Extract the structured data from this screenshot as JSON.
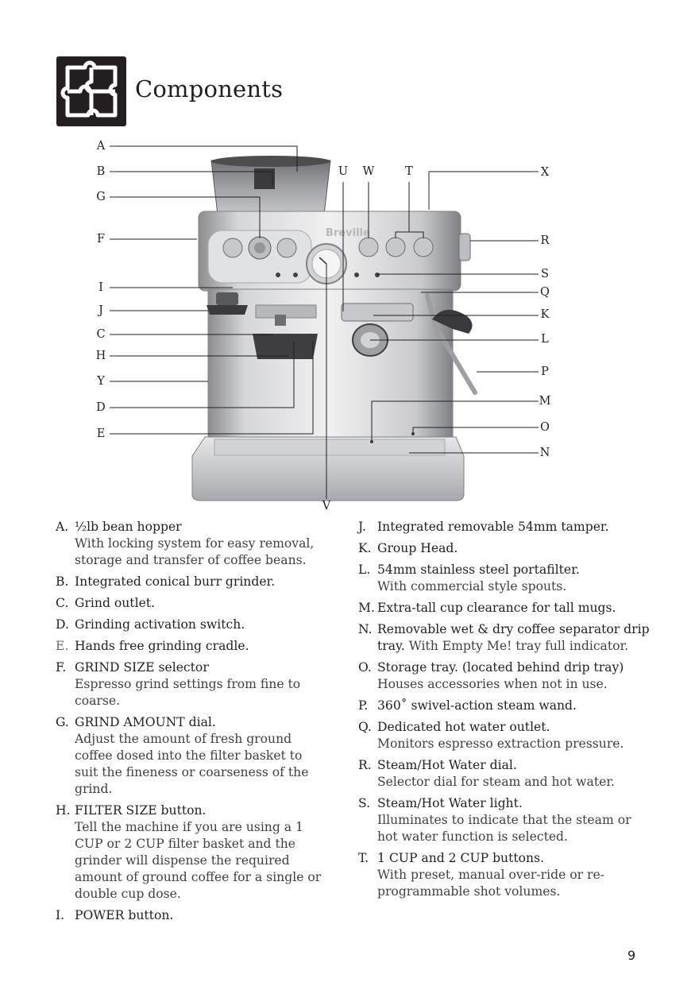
{
  "header": {
    "title": "Components",
    "icon": "puzzle-icon"
  },
  "diagram": {
    "brand": "Breville",
    "callouts": {
      "A": "A",
      "B": "B",
      "G": "G",
      "F": "F",
      "I": "I",
      "J": "J",
      "C": "C",
      "H": "H",
      "Y": "Y",
      "D": "D",
      "E": "E",
      "U": "U",
      "W": "W",
      "T": "T",
      "X": "X",
      "R": "R",
      "S": "S",
      "Q": "Q",
      "K": "K",
      "L": "L",
      "P": "P",
      "M": "M",
      "O": "O",
      "N": "N",
      "V": "V"
    }
  },
  "items_left": [
    {
      "letter": "A.",
      "name": "½lb bean hopper",
      "desc": "With locking system for easy removal, storage and transfer of coffee beans."
    },
    {
      "letter": "B.",
      "name": "Integrated conical burr grinder.",
      "desc": ""
    },
    {
      "letter": "C.",
      "name": "Grind outlet.",
      "desc": ""
    },
    {
      "letter": "D.",
      "name": "Grinding activation switch.",
      "desc": ""
    },
    {
      "letter": "E.",
      "name": "Hands free grinding cradle.",
      "desc": ""
    },
    {
      "letter": "F.",
      "name": "GRIND SIZE selector",
      "desc": "Espresso grind settings from fine to coarse."
    },
    {
      "letter": "G.",
      "name": "GRIND AMOUNT dial.",
      "desc": "Adjust the amount of fresh ground coffee dosed into the filter basket to suit the fineness or coarseness of the grind."
    },
    {
      "letter": "H.",
      "name": "FILTER SIZE button.",
      "desc": "Tell the machine if you are using a 1 CUP or 2 CUP filter basket and the grinder will dispense the required amount of ground coffee for a single or double cup dose."
    },
    {
      "letter": "I.",
      "name": "POWER button.",
      "desc": ""
    }
  ],
  "items_right": [
    {
      "letter": "J.",
      "name": "Integrated removable 54mm tamper.",
      "desc": ""
    },
    {
      "letter": "K.",
      "name": "Group Head.",
      "desc": ""
    },
    {
      "letter": "L.",
      "name": "54mm stainless steel portafilter.",
      "desc": "With commercial style spouts."
    },
    {
      "letter": "M.",
      "name": "Extra-tall cup clearance for tall mugs.",
      "desc": ""
    },
    {
      "letter": "N.",
      "name": "Removable wet & dry coffee separator drip tray.",
      "desc": "With Empty Me! tray full indicator."
    },
    {
      "letter": "O.",
      "name": "Storage tray. (located behind drip tray)",
      "desc": "Houses accessories when not in use."
    },
    {
      "letter": "P.",
      "name": "360˚ swivel-action steam wand.",
      "desc": ""
    },
    {
      "letter": "Q.",
      "name": "Dedicated hot water outlet.",
      "desc": "Monitors espresso extraction pressure."
    },
    {
      "letter": "R.",
      "name": "Steam/Hot Water dial.",
      "desc": "Selector dial for steam and hot water."
    },
    {
      "letter": "S.",
      "name": "Steam/Hot Water light.",
      "desc": "Illuminates to indicate that the steam or hot water function is selected."
    },
    {
      "letter": "T.",
      "name": "1 CUP and 2 CUP buttons.",
      "desc": "With preset, manual over-ride or re-programmable shot volumes."
    }
  ],
  "footer": {
    "page_number": "9"
  }
}
